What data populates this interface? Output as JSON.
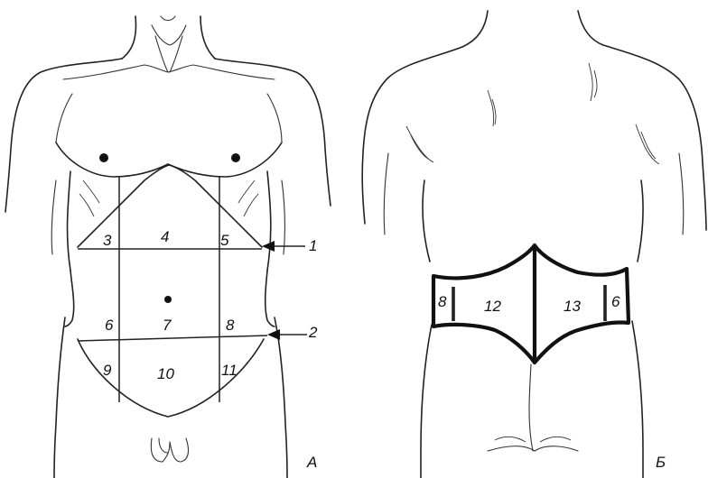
{
  "front_view": {
    "panel_letter": "А",
    "regions": [
      "3",
      "4",
      "5",
      "6",
      "7",
      "8",
      "9",
      "10",
      "11"
    ],
    "pointer_labels": [
      "1",
      "2"
    ]
  },
  "back_view": {
    "panel_letter": "Б",
    "regions": [
      "8",
      "12",
      "13",
      "6"
    ]
  }
}
